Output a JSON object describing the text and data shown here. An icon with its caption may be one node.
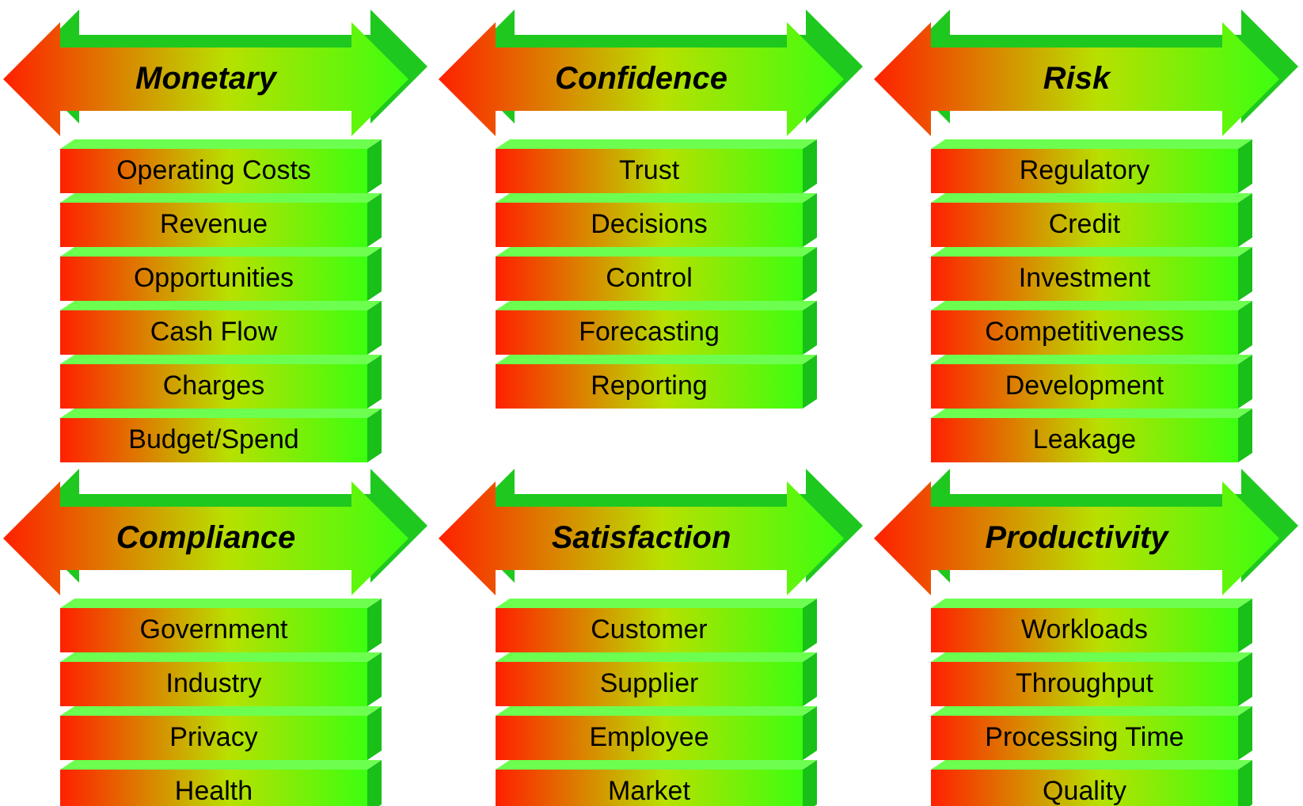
{
  "diagram": {
    "nodes": [
      {
        "text": [
          "Monetary"
        ]
      },
      {
        "text": [
          "Operating Costs"
        ]
      },
      {
        "text": [
          "Revenue"
        ]
      },
      {
        "text": [
          "Opportunities"
        ]
      },
      {
        "text": [
          "Cash Flow"
        ]
      },
      {
        "text": [
          "Charges"
        ]
      },
      {
        "text": [
          "Budget/Spend"
        ]
      },
      {
        "text": [
          "Confidence"
        ]
      },
      {
        "text": [
          "Trust"
        ]
      },
      {
        "text": [
          "Decisions"
        ]
      },
      {
        "text": [
          "Control"
        ]
      },
      {
        "text": [
          "Forecasting"
        ]
      },
      {
        "text": [
          "Reporting"
        ]
      },
      {
        "text": [
          "Risk"
        ]
      },
      {
        "text": [
          "Regulatory"
        ]
      },
      {
        "text": [
          "Credit"
        ]
      },
      {
        "text": [
          "Investment"
        ]
      },
      {
        "text": [
          "Competitiveness"
        ]
      },
      {
        "text": [
          "Development"
        ]
      },
      {
        "text": [
          "Leakage"
        ]
      },
      {
        "text": [
          "Compliance"
        ]
      },
      {
        "text": [
          "Government"
        ]
      },
      {
        "text": [
          "Industry"
        ]
      },
      {
        "text": [
          "Privacy"
        ]
      },
      {
        "text": [
          "Health"
        ]
      },
      {
        "text": [
          "Satisfaction"
        ]
      },
      {
        "text": [
          "Customer"
        ]
      },
      {
        "text": [
          "Supplier"
        ]
      },
      {
        "text": [
          "Employee"
        ]
      },
      {
        "text": [
          "Market"
        ]
      },
      {
        "text": [
          "Productivity"
        ]
      },
      {
        "text": [
          "Workloads"
        ]
      },
      {
        "text": [
          "Throughput"
        ]
      },
      {
        "text": [
          "Processing Time"
        ]
      },
      {
        "text": [
          "Quality"
        ]
      }
    ]
  }
}
